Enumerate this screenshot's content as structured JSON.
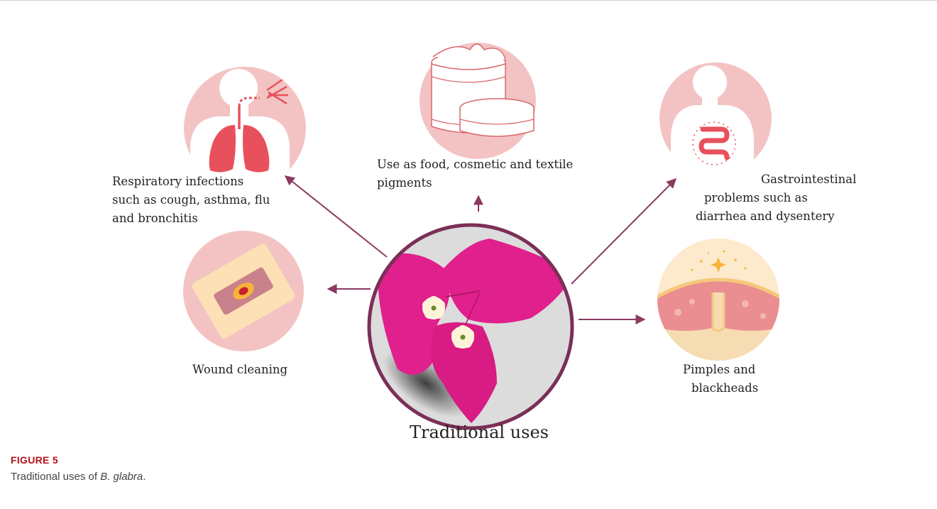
{
  "colors": {
    "circle_fill": "#f3c3c3",
    "arrow": "#8b3a62",
    "center_ring": "#7b2f57",
    "center_bg": "#d9d9d9",
    "flower_magenta": "#e0208c",
    "caption_red": "#b5121b",
    "organ_red": "#e8515b"
  },
  "items": {
    "respiratory": {
      "icon": "respiratory-body-lungs-icon",
      "lines": [
        "Respiratory infections",
        "such as cough, asthma, flu",
        "and bronchitis"
      ]
    },
    "pigments": {
      "icon": "cream-jar-icon",
      "lines": [
        "Use as food, cosmetic and textile",
        "pigments"
      ]
    },
    "gastro": {
      "icon": "body-intestine-icon",
      "lines": [
        "Gastrointestinal",
        "problems such as",
        "diarrhea and dysentery"
      ]
    },
    "wound": {
      "icon": "bandage-wound-icon",
      "lines": [
        "Wound cleaning"
      ]
    },
    "pimples": {
      "icon": "skin-pore-pimple-icon",
      "lines": [
        "Pimples and",
        "blackheads"
      ]
    }
  },
  "center": {
    "icon": "bougainvillea-flower-photo",
    "title": "Traditional uses"
  },
  "caption": {
    "number": "FIGURE 5",
    "text_prefix": "Traditional uses of ",
    "species": "B. glabra",
    "text_suffix": "."
  }
}
